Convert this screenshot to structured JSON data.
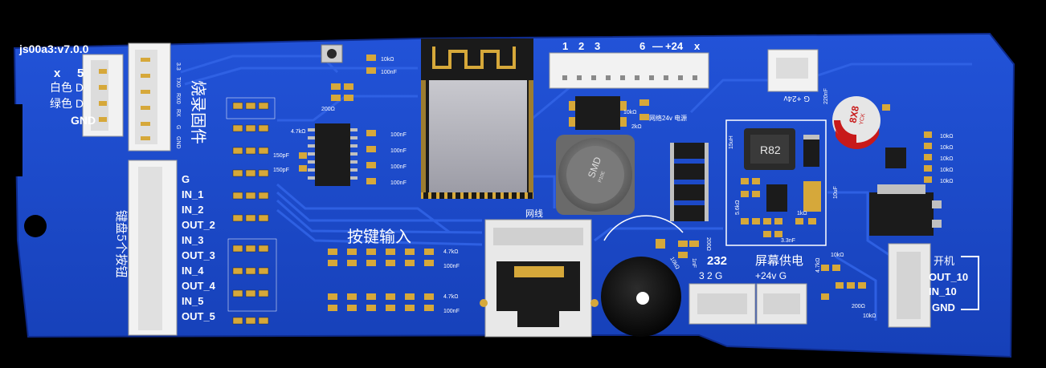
{
  "board": {
    "version": "js00a3:v7.0.0",
    "colors": {
      "pcb": "#1846c8",
      "pcb_dark": "#0f2f96",
      "trace": "#2a5ee0",
      "silk": "#ffffff",
      "connector": "#f2f2f2",
      "pad": "#d6a83a",
      "chip": "#1b1b1b"
    }
  },
  "left_connector": {
    "labels": [
      "x",
      "5",
      "白色 D",
      "绿色 D",
      "GND"
    ]
  },
  "burn_header": {
    "pins": [
      "3.3",
      "TX0",
      "RX0",
      "RX",
      "G",
      "GND"
    ],
    "title": "烧录固件"
  },
  "io_header": {
    "title": "键盘5个按钮",
    "pins": [
      "G",
      "IN_1",
      "IN_2",
      "OUT_2",
      "IN_3",
      "OUT_3",
      "IN_4",
      "OUT_4",
      "IN_5",
      "OUT_5"
    ]
  },
  "top_header": {
    "numbers": [
      "1",
      "2",
      "3",
      "6",
      "—",
      "+24",
      "x"
    ]
  },
  "power_header": {
    "label": "G +24v"
  },
  "components": {
    "res_10k": "10kΩ",
    "cap_100nf": "100nF",
    "res_4_7k": "4.7kΩ",
    "cap_150pf": "150pF",
    "res_200": "200Ω",
    "res_2k": "2kΩ",
    "cap_220nf": "220nF",
    "cap_10uf": "10uF",
    "inductor": "SMD",
    "inductor_sub": "P10E",
    "inductor2": "R82",
    "inductor2_sub": "15uH",
    "cap_elec": "8X8",
    "cap_elec_sub": "YCK",
    "res_1k": "1kΩ",
    "res_5_6k": "5.6kΩ",
    "cap_3_3nf": "3.3nF",
    "cap_1nf": "1nF",
    "res_10k_b": "10kΩ",
    "protect_label": "网络24v 电源"
  },
  "labels": {
    "keys_input": "按键输入",
    "ethernet": "网线",
    "rs232": "232",
    "rs232_pins": "3  2  G",
    "screen_power": "屏幕供电",
    "screen_pins": "+24v  G",
    "boot_label": "开机",
    "out10": "OUT_10",
    "in10": "IN_10",
    "gnd": "GND"
  }
}
